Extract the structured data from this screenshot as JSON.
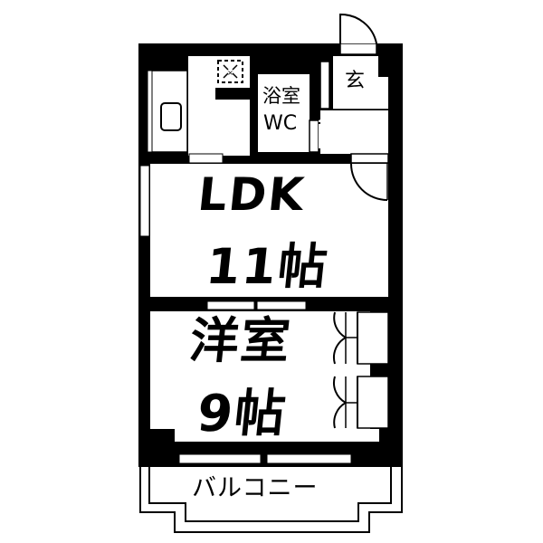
{
  "floor_plan": {
    "rooms": {
      "ldk": {
        "name": "LDK",
        "size": "11帖"
      },
      "western_room": {
        "name": "洋室",
        "size": "9帖"
      },
      "bath": {
        "line1": "浴室",
        "line2": "WC"
      },
      "entrance": {
        "name": "玄"
      },
      "balcony": {
        "name": "バルコニー"
      }
    },
    "colors": {
      "wall": "#000000",
      "background": "#ffffff"
    }
  }
}
